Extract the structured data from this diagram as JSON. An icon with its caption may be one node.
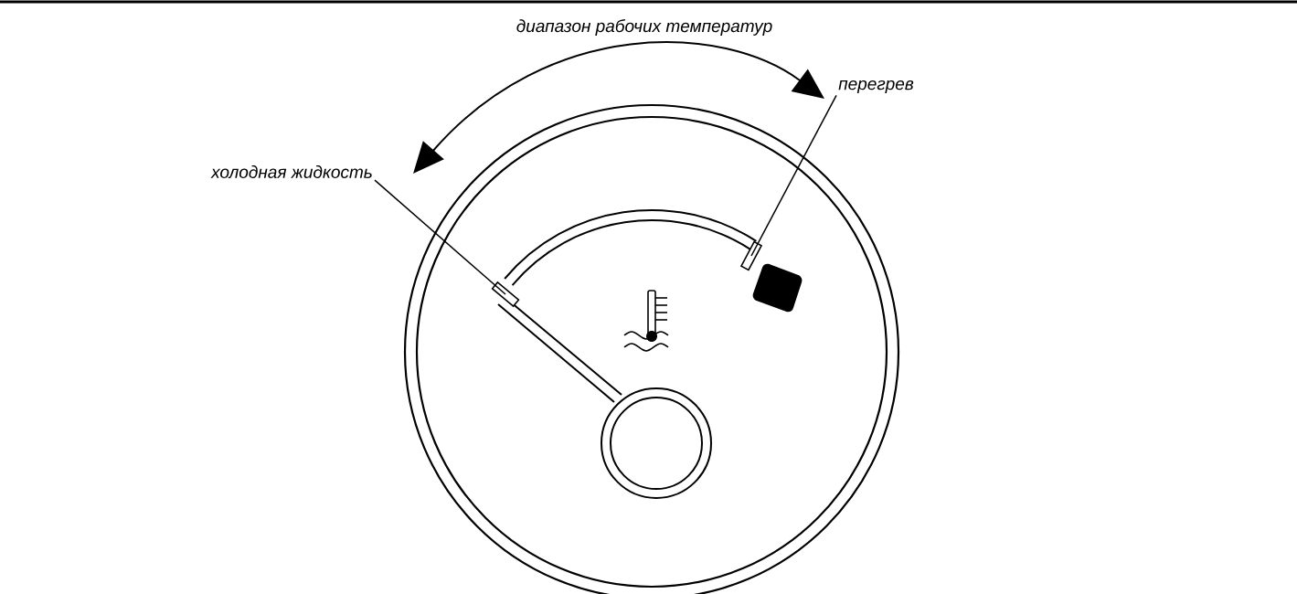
{
  "diagram": {
    "nodes": [
      {
        "text": [
          "холодная жидкость"
        ]
      },
      {
        "text": [
          "перегрев"
        ]
      },
      {
        "text": [],
        "shape": "box"
      },
      {
        "text": [],
        "shape": "box"
      }
    ],
    "edges": [
      {
        "from": 0,
        "to": 2,
        "arrow": "none"
      },
      {
        "from": 1,
        "to": 3,
        "arrow": "none"
      }
    ],
    "labels": [
      "диапазон рабочих температур"
    ]
  }
}
